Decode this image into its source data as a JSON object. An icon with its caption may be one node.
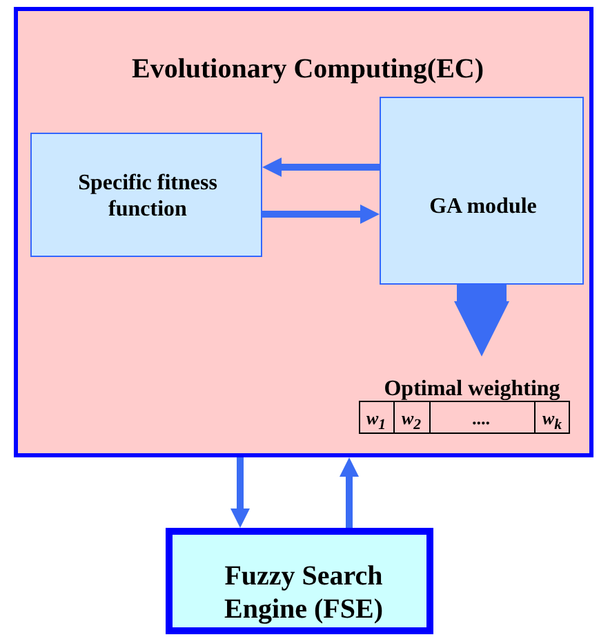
{
  "diagram": {
    "nodes": [
      {
        "text": [
          "Evolutionary Computing(EC)"
        ]
      },
      {
        "text": [
          "Specific fitness function"
        ],
        "in": 0
      },
      {
        "text": [
          "GA module"
        ],
        "in": 0
      },
      {
        "text": [
          "Optimal weighting"
        ],
        "in": 0
      },
      {
        "text": [
          "Fuzzy Search Engine (FSE)"
        ]
      }
    ],
    "edges": [
      {
        "from": 2,
        "to": 1,
        "arrow": "to"
      },
      {
        "from": 1,
        "to": 2,
        "arrow": "to"
      },
      {
        "from": 2,
        "to": 3,
        "arrow": "to",
        "style": "thick"
      },
      {
        "from": 0,
        "to": 4,
        "arrow": "to"
      },
      {
        "from": 4,
        "to": 0,
        "arrow": "to"
      }
    ],
    "labels": [
      "w$_{1}$",
      "w$_{2}$",
      "....",
      "w$_{k}$"
    ]
  }
}
